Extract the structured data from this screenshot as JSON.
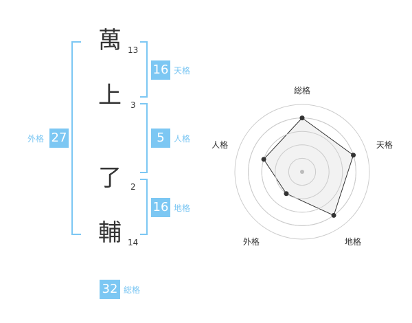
{
  "name": {
    "chars": [
      {
        "char": "萬",
        "strokes": "13"
      },
      {
        "char": "上",
        "strokes": "3"
      },
      {
        "char": "了",
        "strokes": "2"
      },
      {
        "char": "輔",
        "strokes": "14"
      }
    ]
  },
  "kaku": {
    "tenkaku": {
      "value": "16",
      "label": "天格"
    },
    "jinkaku": {
      "value": "5",
      "label": "人格"
    },
    "chikaku": {
      "value": "16",
      "label": "地格"
    },
    "gaikaku": {
      "value": "27",
      "label": "外格"
    },
    "soukaku": {
      "value": "32",
      "label": "総格"
    }
  },
  "chart_data": {
    "type": "radar",
    "axes": [
      "総格",
      "天格",
      "地格",
      "外格",
      "人格"
    ],
    "values": [
      4,
      4,
      4,
      2,
      3
    ],
    "rmax": 5,
    "rings": 5,
    "colors": {
      "fill": "#f0f0f0",
      "line": "#333333",
      "grid": "#cccccc",
      "accent": "#7cc7f3"
    }
  }
}
